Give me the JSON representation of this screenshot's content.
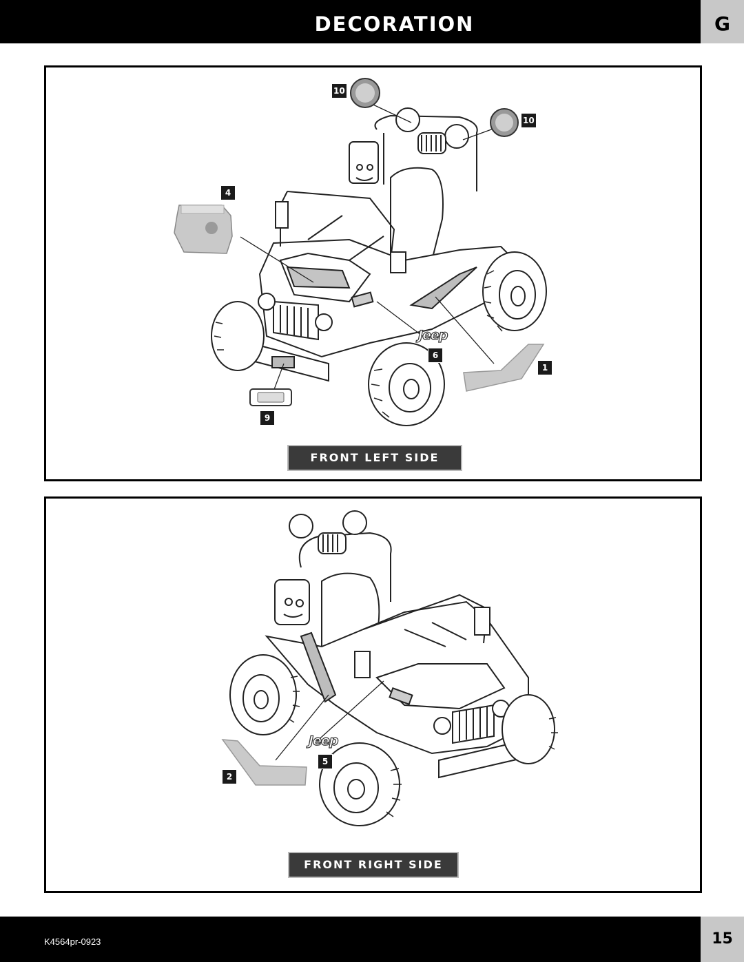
{
  "header": {
    "title": "DECORATION",
    "section": "G"
  },
  "panels": [
    {
      "view_label": "FRONT LEFT SIDE",
      "callouts": [
        "10",
        "10",
        "4",
        "6",
        "1",
        "9"
      ],
      "logo_text": "Jeep"
    },
    {
      "view_label": "FRONT RIGHT SIDE",
      "callouts": [
        "5",
        "2"
      ],
      "logo_text": "Jeep"
    }
  ],
  "footer": {
    "code": "K4564pr-0923",
    "page_number": "15"
  },
  "colors": {
    "bar": "#000000",
    "tab": "#c8c8c8",
    "decal": "#bdbdbd"
  }
}
